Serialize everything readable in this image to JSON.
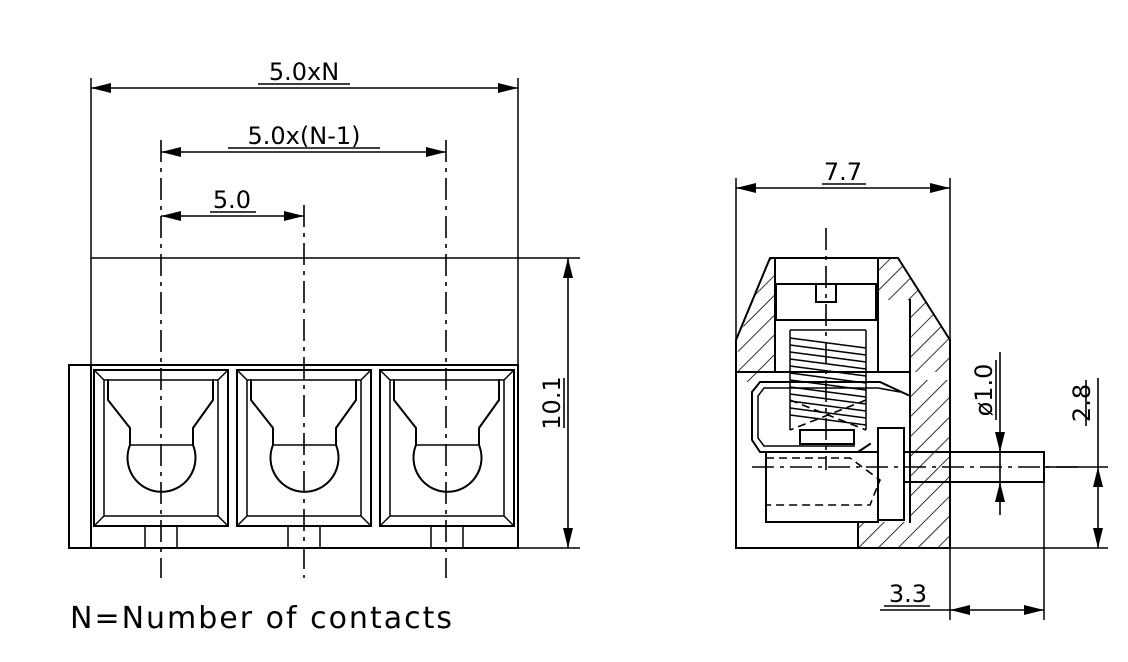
{
  "front_view": {
    "dim_total": "5.0xN",
    "dim_inner": "5.0x(N-1)",
    "dim_pitch": "5.0",
    "dim_height": "10.1",
    "footnote": "N=Number of contacts"
  },
  "side_view": {
    "dim_width": "7.7",
    "dim_pin_diameter": "ø1.0",
    "dim_pin_height": "2.8",
    "dim_pin_offset": "3.3"
  },
  "colors": {
    "line": "#000000",
    "background": "#ffffff"
  }
}
